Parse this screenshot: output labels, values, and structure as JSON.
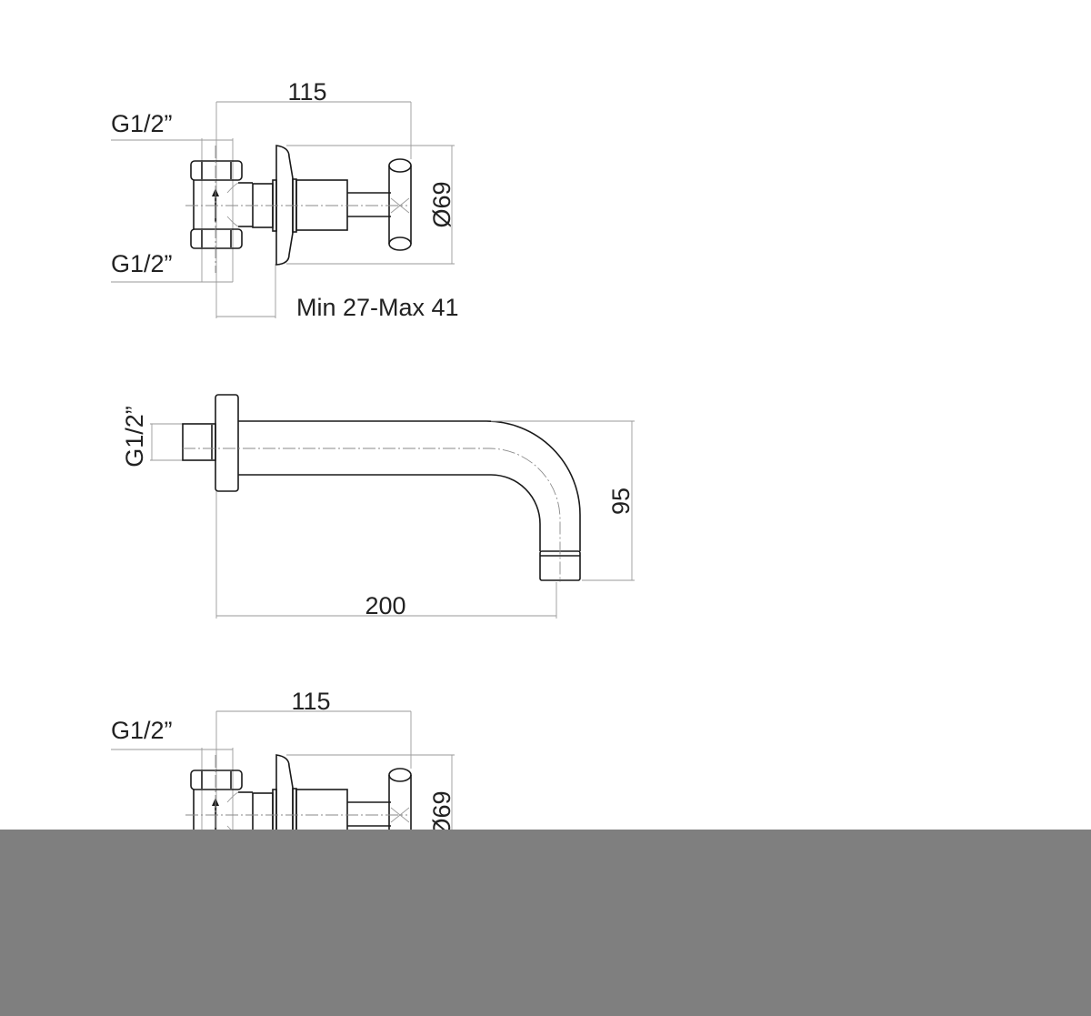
{
  "drawing": {
    "valve_top": {
      "width_dim": "115",
      "inlet_top": "G1/2”",
      "inlet_bottom": "G1/2”",
      "diameter_dim": "Ø69",
      "wall_range": "Min 27-Max 41"
    },
    "spout": {
      "connection": "G1/2”",
      "length_dim": "200",
      "height_dim": "95"
    },
    "valve_bottom": {
      "width_dim": "115",
      "inlet_top": "G1/2”",
      "diameter_dim": "Ø69"
    }
  },
  "overlay": {
    "color": "#7f7f7f"
  }
}
